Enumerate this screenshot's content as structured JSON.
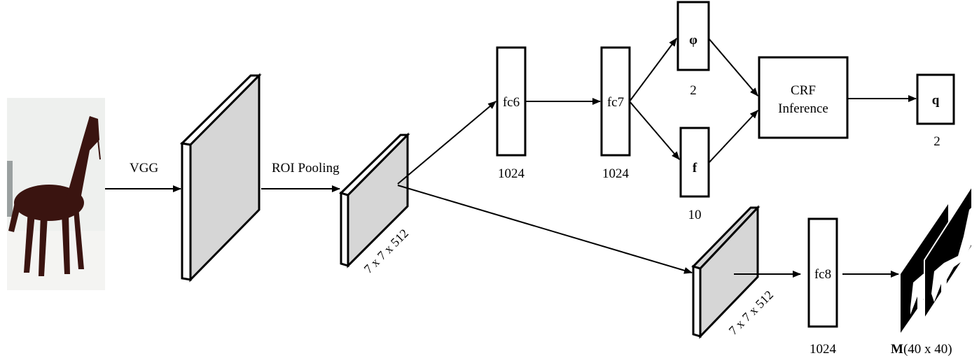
{
  "labels": {
    "vgg": "VGG",
    "roi_pooling": "ROI Pooling",
    "roi_dims_upper": "7 x 7 x 512",
    "roi_dims_lower": "7 x 7 x 512",
    "fc6": "fc6",
    "fc6_dim": "1024",
    "fc7": "fc7",
    "fc7_dim": "1024",
    "phi": "φ",
    "phi_dim": "2",
    "f": "f",
    "f_dim": "10",
    "crf_line1": "CRF",
    "crf_line2": "Inference",
    "q": "q",
    "q_dim": "2",
    "fc8": "fc8",
    "fc8_dim": "1024",
    "mask_bold": "M",
    "mask_rest": "(40 x 40)"
  },
  "colors": {
    "stroke": "#000000",
    "layer_fill": "#d6d6d6",
    "box_fill": "#ffffff",
    "horse_body": "#3a1410",
    "mask_bg": "#000000",
    "mask_fg": "#ffffff"
  }
}
